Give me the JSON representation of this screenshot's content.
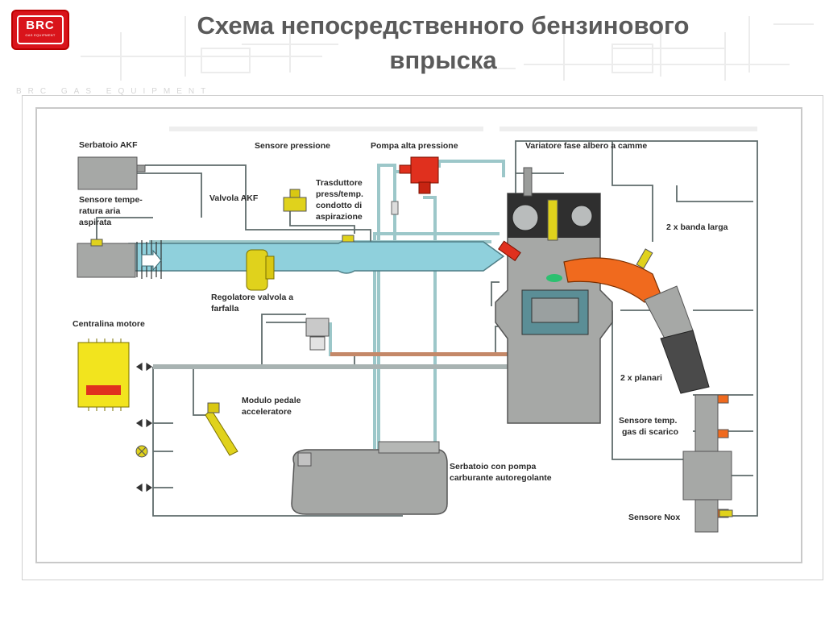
{
  "header": {
    "title_line1": "Схема непосредственного бензинового",
    "title_line2": "впрыска",
    "brand_strip": "BRC GAS EQUIPMENT"
  },
  "logo": {
    "main": "BRC",
    "sub": "GAS EQUIPMENT",
    "color": "#d9141b"
  },
  "colors": {
    "intake": "#8fd0dc",
    "pipe": "#9cc7c9",
    "wire": "#5f6b6b",
    "sensor": "#e0d21c",
    "pump": "#e0301e",
    "exhaust": "#f06a1e",
    "engine": "#a6a8a6",
    "ecu": "#f2e41e"
  },
  "labels": {
    "serbatoio_akf": "Serbatoio AKF",
    "sensore_temp_1": "Sensore tempe-",
    "sensore_temp_2": "ratura aria",
    "sensore_temp_3": "aspirata",
    "valvola_akf": "Valvola AKF",
    "sensore_pressione": "Sensore pressione",
    "pompa_alta": "Pompa alta pressione",
    "variatore": "Variatore fase albero a camme",
    "trasduttore_1": "Trasduttore",
    "trasduttore_2": "press/temp.",
    "trasduttore_3": "condotto di",
    "trasduttore_4": "aspirazione",
    "banda_larga": "2 x banda larga",
    "regolatore_1": "Regolatore valvola a",
    "regolatore_2": "farfalla",
    "centralina": "Centralina motore",
    "planari": "2 x planari",
    "modulo_1": "Modulo pedale",
    "modulo_2": "acceleratore",
    "temp_scarico_1": "Sensore temp.",
    "temp_scarico_2": "gas di scarico",
    "serbatoio_pompa_1": "Serbatoio con pompa",
    "serbatoio_pompa_2": "carburante autoregolante",
    "sensore_nox": "Sensore Nox"
  }
}
